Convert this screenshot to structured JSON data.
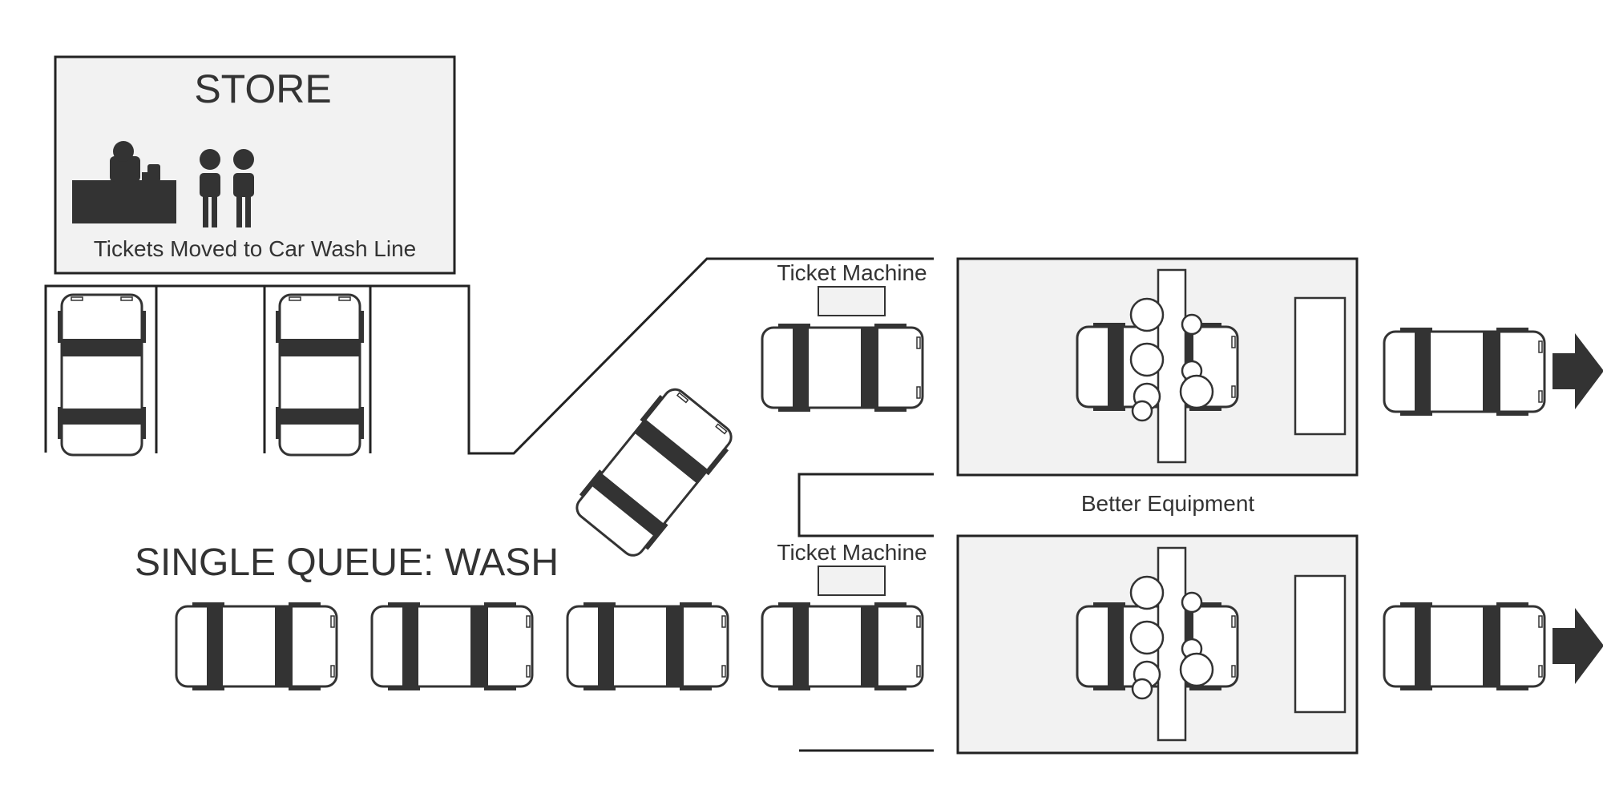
{
  "colors": {
    "ink": "#333333",
    "panel": "#f2f2f2",
    "line": "#222222",
    "page": "#ffffff"
  },
  "store": {
    "title": "STORE",
    "caption": "Tickets Moved to Car Wash Line"
  },
  "queue": {
    "title": "SINGLE QUEUE: WASH"
  },
  "lanes": [
    {
      "ticket_label": "Ticket Machine"
    },
    {
      "ticket_label": "Ticket Machine"
    }
  ],
  "equipment": {
    "label": "Better Equipment"
  },
  "icons": [
    "cashier-icon",
    "customer-icon",
    "car-icon",
    "wash-brush-icon",
    "exit-arrow-icon"
  ]
}
